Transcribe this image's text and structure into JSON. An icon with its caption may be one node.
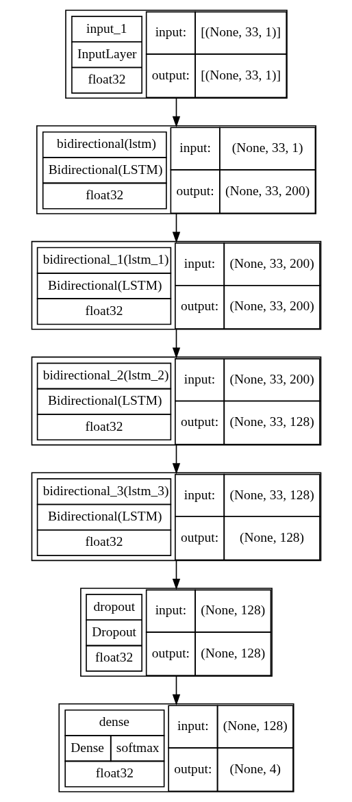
{
  "diagram": {
    "nodes": [
      {
        "text": [
          "input_1",
          "InputLayer",
          "float32",
          "input:",
          "[(None, 33, 1)]",
          "output:",
          "[(None, 33, 1)]"
        ]
      },
      {
        "text": [
          "bidirectional(lstm)",
          "Bidirectional(LSTM)",
          "float32",
          "input:",
          "(None, 33, 1)",
          "output:",
          "(None, 33, 200)"
        ]
      },
      {
        "text": [
          "bidirectional_1(lstm_1)",
          "Bidirectional(LSTM)",
          "float32",
          "input:",
          "(None, 33, 200)",
          "output:",
          "(None, 33, 200)"
        ]
      },
      {
        "text": [
          "bidirectional_2(lstm_2)",
          "Bidirectional(LSTM)",
          "float32",
          "input:",
          "(None, 33, 200)",
          "output:",
          "(None, 33, 128)"
        ]
      },
      {
        "text": [
          "bidirectional_3(lstm_3)",
          "Bidirectional(LSTM)",
          "float32",
          "input:",
          "(None, 33, 128)",
          "output:",
          "(None, 128)"
        ]
      },
      {
        "text": [
          "dropout",
          "Dropout",
          "float32",
          "input:",
          "(None, 128)",
          "output:",
          "(None, 128)"
        ]
      },
      {
        "text": [
          "dense",
          "Dense",
          "softmax",
          "float32",
          "input:",
          "(None, 128)",
          "output:",
          "(None, 4)"
        ]
      }
    ],
    "edges": [
      {
        "from": 0,
        "to": 1,
        "arrow": "to"
      },
      {
        "from": 1,
        "to": 2,
        "arrow": "to"
      },
      {
        "from": 2,
        "to": 3,
        "arrow": "to"
      },
      {
        "from": 3,
        "to": 4,
        "arrow": "to"
      },
      {
        "from": 4,
        "to": 5,
        "arrow": "to"
      },
      {
        "from": 5,
        "to": 6,
        "arrow": "to"
      }
    ]
  }
}
